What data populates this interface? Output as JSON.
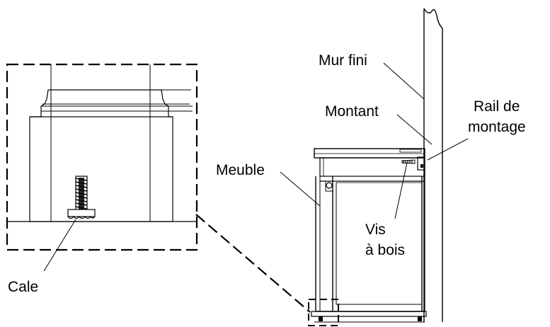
{
  "labels": {
    "finished_wall": "Mur fini",
    "stud": "Montant",
    "mounting_rail_line1": "Rail de",
    "mounting_rail_line2": "montage",
    "cabinet": "Meuble",
    "wood_screw_line1": "Vis",
    "wood_screw_line2": "à bois",
    "shim": "Cale"
  }
}
